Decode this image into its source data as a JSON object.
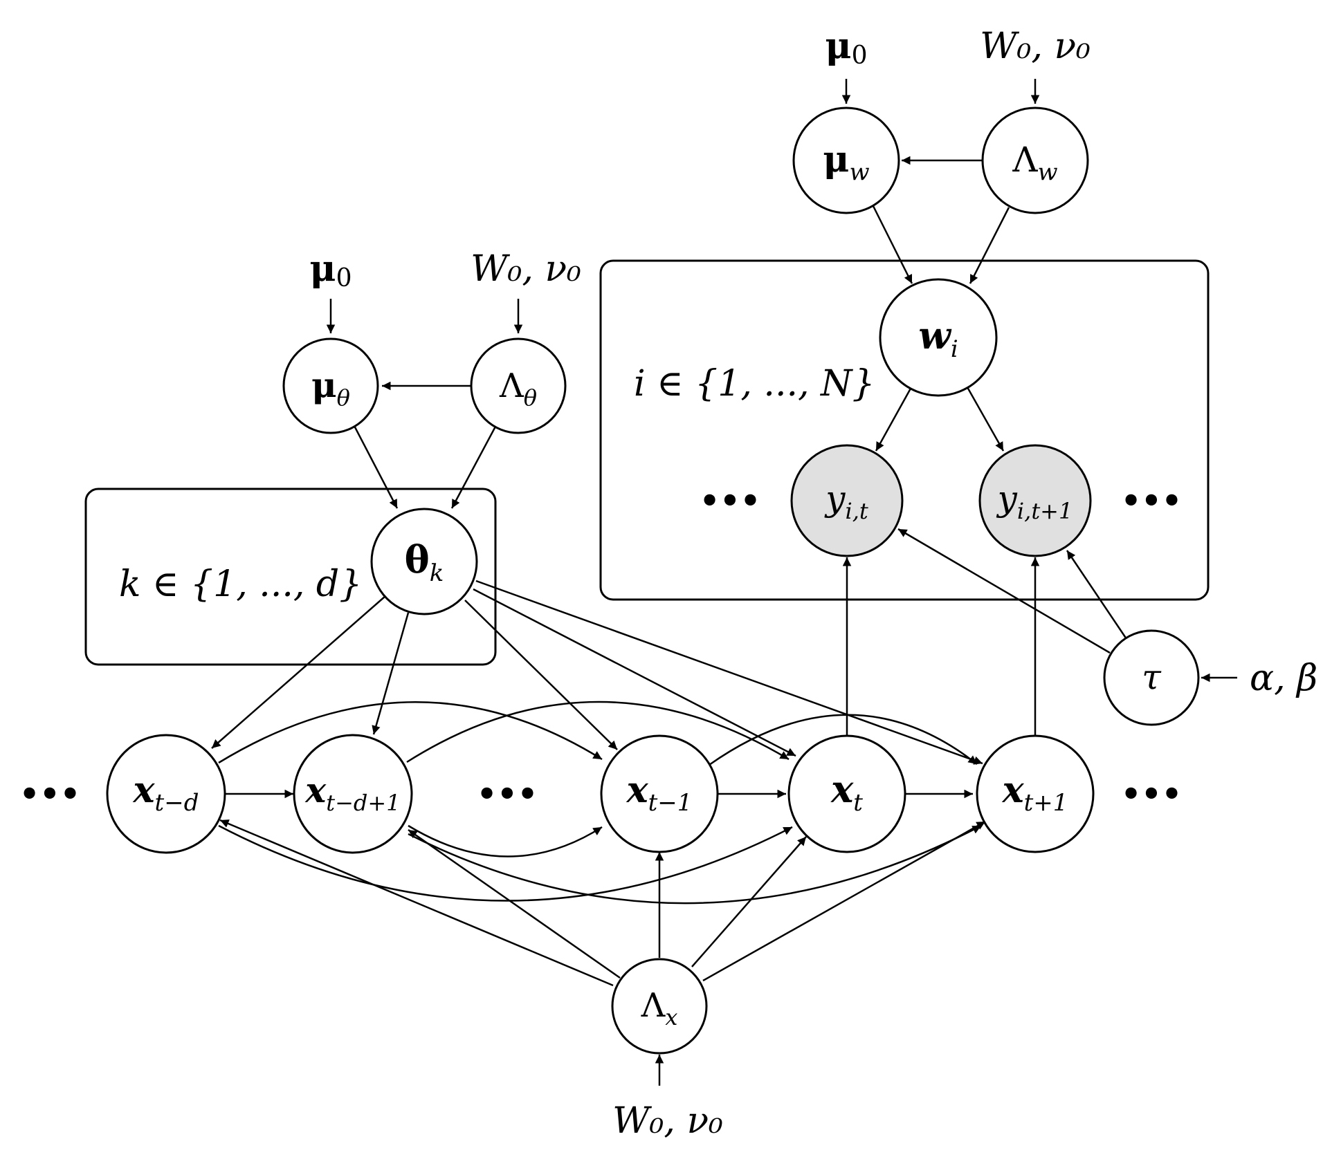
{
  "nodes": {
    "mu_w": {
      "main": "μ",
      "sub": "w"
    },
    "Lambda_w": {
      "main": "Λ",
      "sub": "w"
    },
    "w_i": {
      "main": "w",
      "sub": "i"
    },
    "mu_theta": {
      "main": "μ",
      "sub": "θ"
    },
    "Lambda_theta": {
      "main": "Λ",
      "sub": "θ"
    },
    "theta_k": {
      "main": "θ",
      "sub": "k"
    },
    "y_it": {
      "main": "y",
      "sub": "i,t"
    },
    "y_it1": {
      "main": "y",
      "sub": "i,t+1"
    },
    "tau": {
      "main": "τ"
    },
    "x_td": {
      "main": "x",
      "sub": "t−d"
    },
    "x_td1": {
      "main": "x",
      "sub": "t−d+1"
    },
    "x_t1": {
      "main": "x",
      "sub": "t−1"
    },
    "x_t": {
      "main": "x",
      "sub": "t"
    },
    "x_tp1": {
      "main": "x",
      "sub": "t+1"
    },
    "Lambda_x": {
      "main": "Λ",
      "sub": "x"
    }
  },
  "hyper": {
    "mu0_w": {
      "main": "μ",
      "sub": "0"
    },
    "W0nu0_w": {
      "text": "W₀, ν₀"
    },
    "mu0_theta": {
      "main": "μ",
      "sub": "0"
    },
    "W0nu0_theta": {
      "text": "W₀, ν₀"
    },
    "W0nu0_x": {
      "text": "W₀, ν₀"
    },
    "alpha_beta": {
      "text": "α, β"
    }
  },
  "plates": {
    "theta_plate": {
      "label": "k ∈ {1, ..., d}"
    },
    "w_plate": {
      "label": "i ∈ {1, ..., N}"
    }
  },
  "ellipsis": "•••"
}
